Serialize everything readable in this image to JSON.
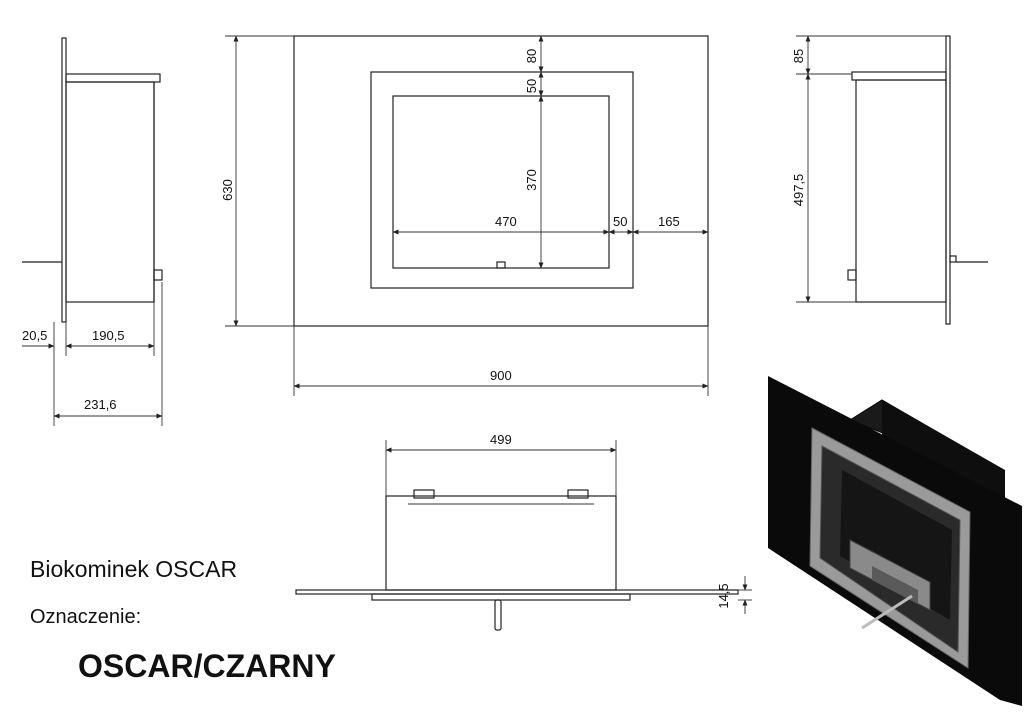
{
  "labels": {
    "product": "Biokominek OSCAR",
    "designation": "Oznaczenie:",
    "model_code": "OSCAR/CZARNY"
  },
  "dimensions": {
    "front_height": "630",
    "front_width": "900",
    "frame_top": "80",
    "frame_border_top": "50",
    "opening_height": "370",
    "opening_width": "470",
    "frame_border_side": "50",
    "frame_side": "165",
    "side_front_depth": "20,5",
    "side_body_depth": "190,5",
    "side_total_depth": "231,6",
    "right_top_offset": "85",
    "right_body_height": "497,5",
    "top_body_width": "499",
    "top_plate_thickness": "14,5"
  },
  "colors": {
    "line": "#222222",
    "panel": "#0a0a0a",
    "steel": "#9a9a9a"
  }
}
